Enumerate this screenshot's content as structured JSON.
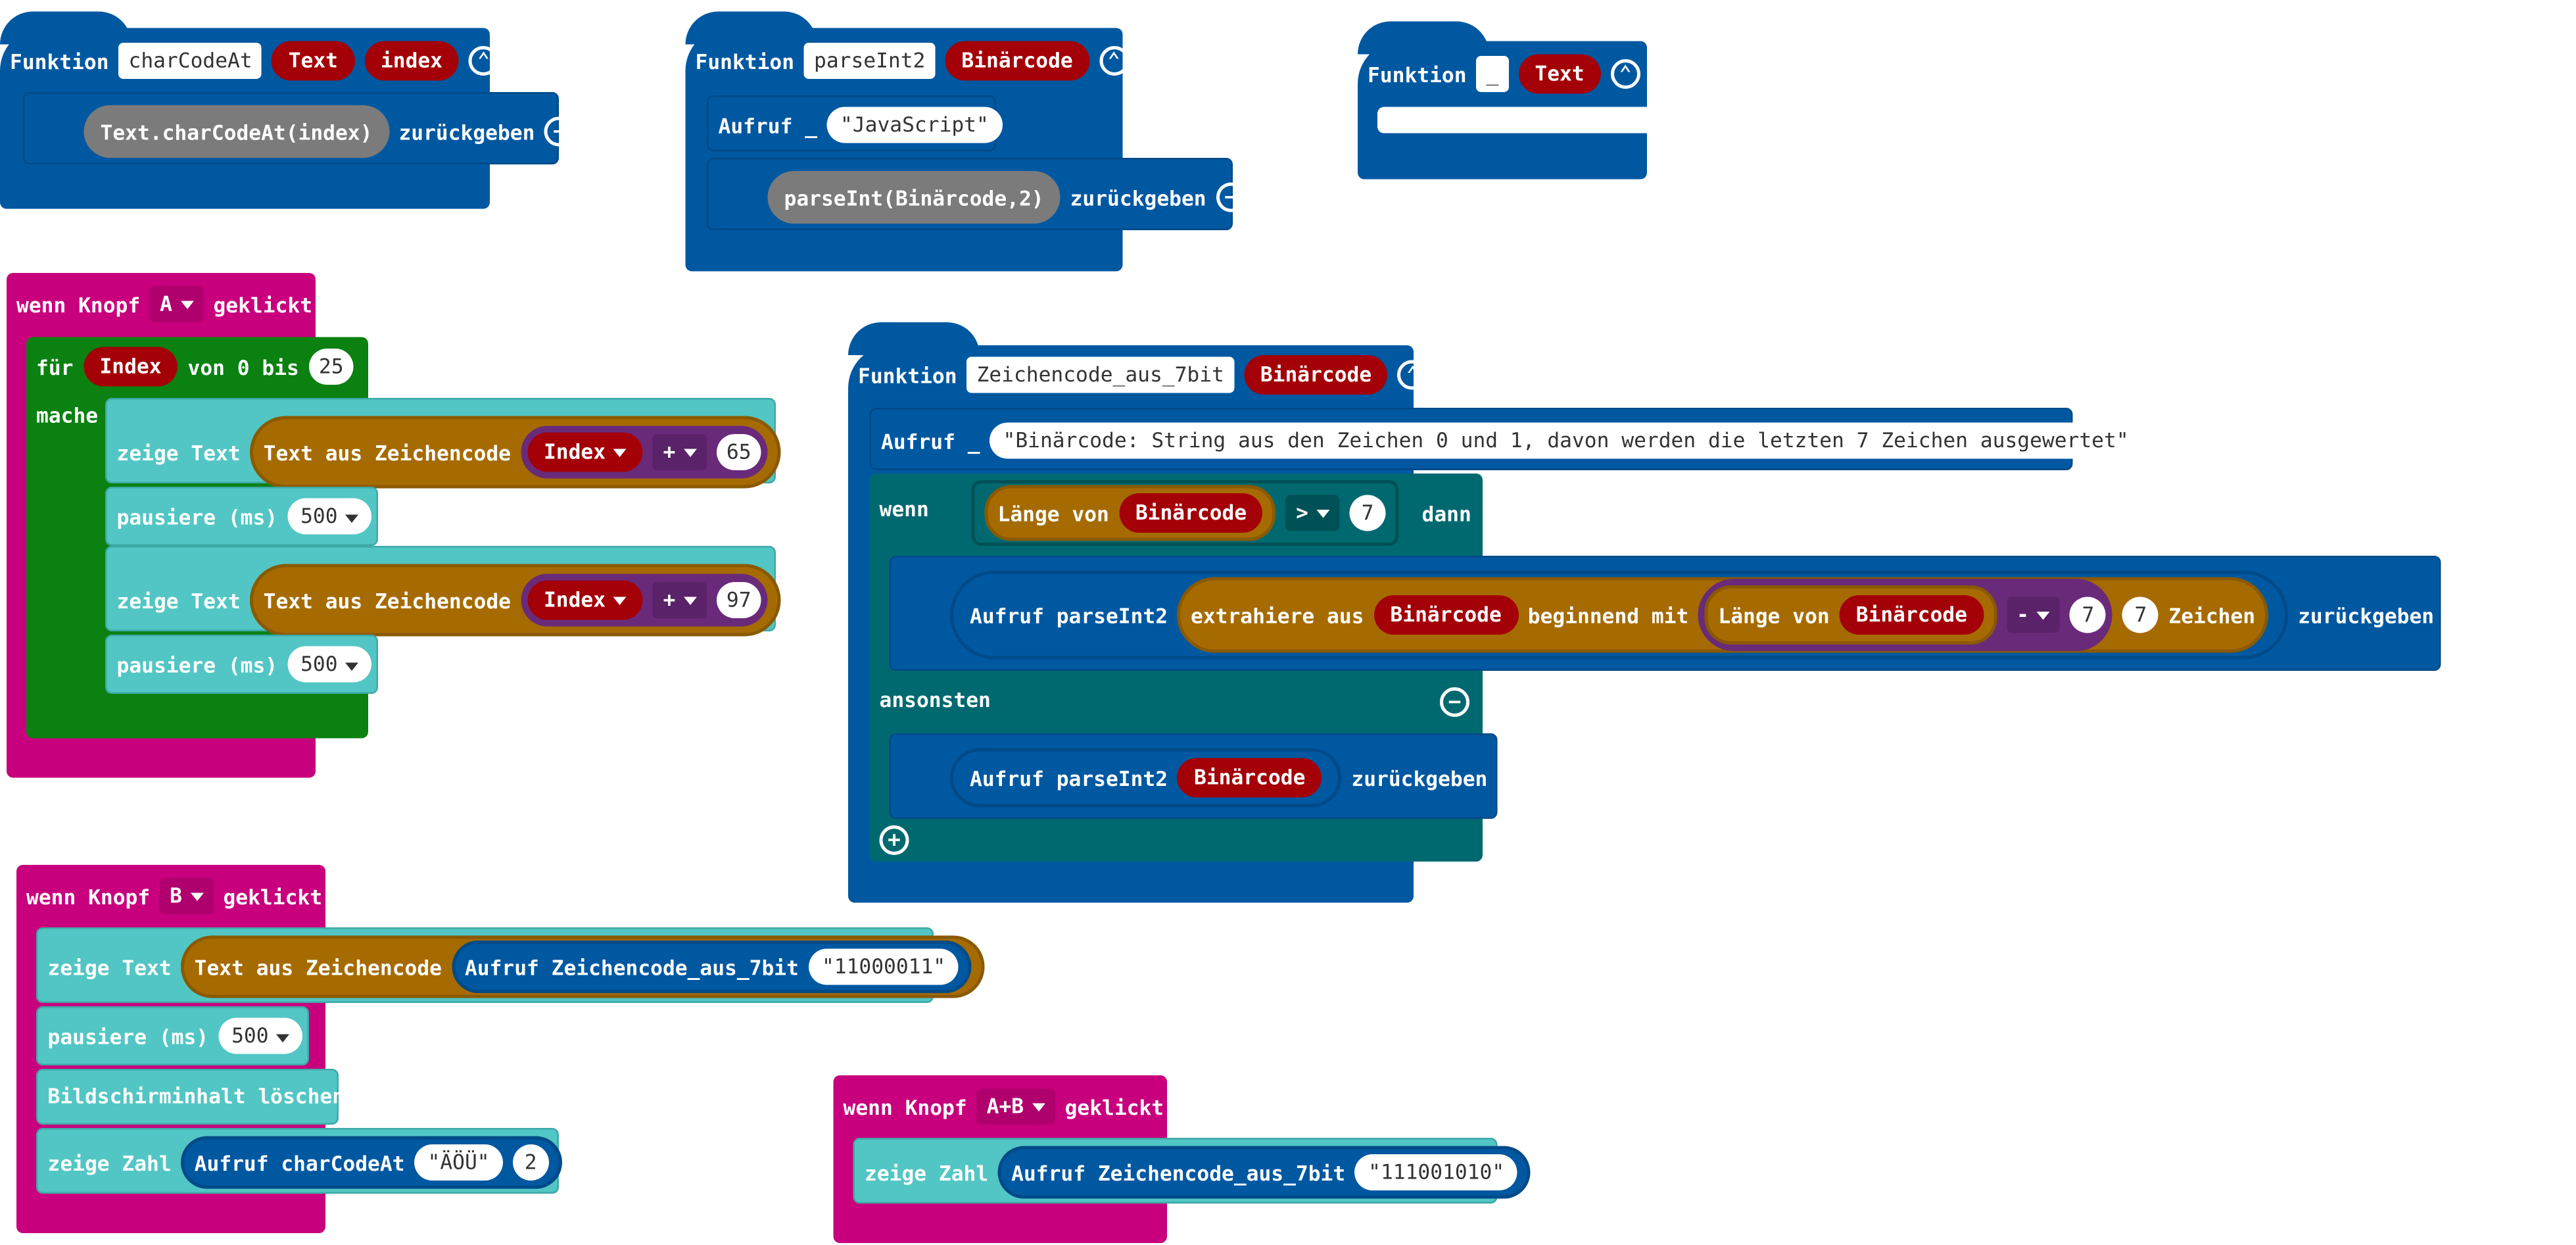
{
  "functions": {
    "f1": {
      "keyword": "Funktion",
      "name": "charCodeAt",
      "params": [
        "Text",
        "index"
      ],
      "expr": "Text.charCodeAt(index)",
      "return": "zurückgeben"
    },
    "f2": {
      "keyword": "Funktion",
      "name": "parseInt2",
      "params": [
        "Binärcode"
      ],
      "call": "Aufruf _",
      "call_arg": "\"JavaScript\"",
      "expr": "parseInt(Binärcode,2)",
      "return": "zurückgeben"
    },
    "f3": {
      "keyword": "Funktion",
      "name": "_",
      "params": [
        "Text"
      ]
    },
    "f4": {
      "keyword": "Funktion",
      "name": "Zeichencode_aus_7bit",
      "params": [
        "Binärcode"
      ],
      "call": "Aufruf _",
      "call_arg": "\"Binärcode: String aus den Zeichen 0 und 1, davon werden die letzten 7 Zeichen ausgewertet\"",
      "if": "wenn",
      "len": "Länge von",
      "var": "Binärcode",
      "op": ">",
      "num": "7",
      "then": "dann",
      "call2": "Aufruf parseInt2",
      "extract": "extrahiere aus",
      "begin": "beginnend mit",
      "minus": "-",
      "num2": "7",
      "num3": "7",
      "chars": "Zeichen",
      "return": "zurückgeben",
      "else": "ansonsten",
      "call3": "Aufruf parseInt2"
    }
  },
  "events": {
    "a": {
      "when": "wenn Knopf",
      "button": "A",
      "clicked": "geklickt",
      "for": "für",
      "index": "Index",
      "from_to": "von 0 bis",
      "to": "25",
      "do": "mache",
      "show_text": "zeige Text",
      "from_code": "Text aus Zeichencode",
      "plus": "+",
      "n1": "65",
      "n2": "97",
      "pause": "pausiere (ms)",
      "ms": "500"
    },
    "b": {
      "when": "wenn Knopf",
      "button": "B",
      "clicked": "geklickt",
      "show_text": "zeige Text",
      "from_code": "Text aus Zeichencode",
      "call": "Aufruf Zeichencode_aus_7bit",
      "arg": "\"11000011\"",
      "pause": "pausiere (ms)",
      "ms": "500",
      "clear": "Bildschirminhalt löschen",
      "show_num": "zeige Zahl",
      "call2": "Aufruf charCodeAt",
      "arg2": "\"ÄÖÜ\"",
      "n": "2"
    },
    "ab": {
      "when": "wenn Knopf",
      "button": "A+B",
      "clicked": "geklickt",
      "show_num": "zeige Zahl",
      "call": "Aufruf Zeichencode_aus_7bit",
      "arg": "\"111001010\""
    }
  },
  "colors": {
    "function": "#0058a1",
    "event": "#c8007d",
    "loop": "#0a8110",
    "basic": "#52c6c4",
    "logic": "#006970",
    "text": "#a66b00",
    "variable": "#a30007",
    "math": "#6a2a7a"
  }
}
